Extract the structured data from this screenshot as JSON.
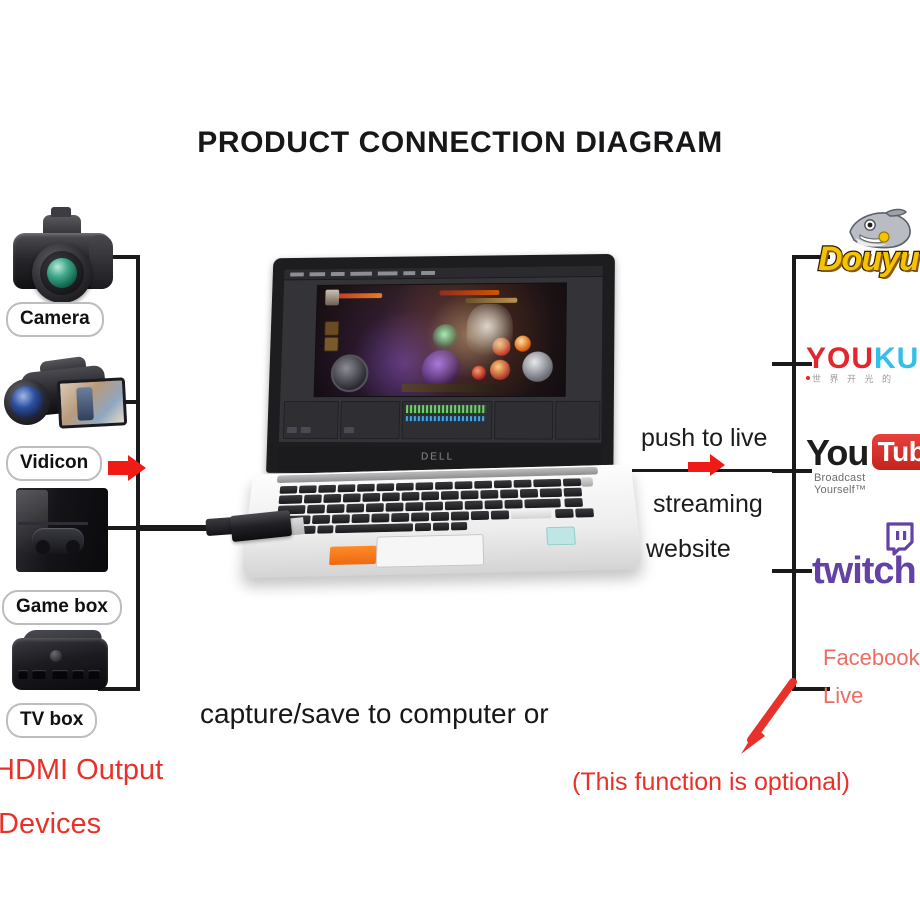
{
  "title": "PRODUCT CONNECTION DIAGRAM",
  "source_devices": {
    "group_label_line1": "HDMI Output",
    "group_label_line2": "Devices",
    "items": [
      {
        "label": "Camera",
        "icon": "dslr-camera-icon"
      },
      {
        "label": "Vidicon",
        "icon": "camcorder-icon"
      },
      {
        "label": "Game box",
        "icon": "game-console-icon"
      },
      {
        "label": "TV box",
        "icon": "tv-box-icon"
      }
    ]
  },
  "computer": {
    "brand": "DELL",
    "software_window": "capture / streaming software",
    "preview_content": "game gameplay preview"
  },
  "middle": {
    "capture_text": "capture/save to computer or",
    "flow_line1": "push to live",
    "flow_line2": "streaming",
    "flow_line3": "website"
  },
  "platforms": [
    {
      "name": "Douyu",
      "word": "Douyu",
      "icon": "douyu-shark-icon"
    },
    {
      "name": "Youku",
      "word_part1": "YOU",
      "word_part2": "KU",
      "subtitle": "世 界 开 光 的"
    },
    {
      "name": "YouTube",
      "word_part1": "You",
      "word_part2": "Tube",
      "tagline": "Broadcast Yourself™"
    },
    {
      "name": "Twitch",
      "word": "twitch",
      "icon": "twitch-glitch-icon"
    },
    {
      "name": "Facebook Live",
      "line1": "Facebook",
      "line2": "Live"
    }
  ],
  "notes": {
    "optional": "(This function is optional)"
  },
  "colors": {
    "accent_red": "#e8312a",
    "arrow_red": "#ee1b17",
    "youtube_red": "#c3231e",
    "youku_red": "#e3262b",
    "youku_cyan": "#33c0e8",
    "twitch_purple": "#6441a4",
    "douyu_yellow": "#f5c400",
    "facebook_live": "#ec6d62",
    "line_black": "#1a1a1a",
    "background": "#ffffff"
  }
}
